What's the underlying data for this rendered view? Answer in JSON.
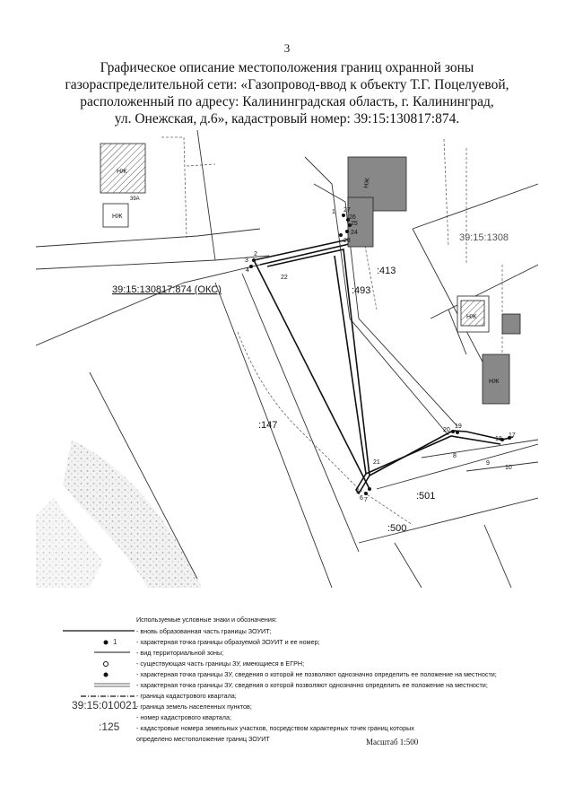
{
  "page": {
    "number": "3",
    "title_lines": [
      "Графическое описание местоположения границ охранной зоны",
      "газораспределительной сети: «Газопровод-ввод к объекту Т.Г. Поцелуевой,",
      "расположенный по адресу: Калининградская область, г. Калининград,",
      "ул. Онежская, д.6», кадастровый номер: 39:15:130817:874."
    ]
  },
  "map": {
    "parcel_labels": {
      "oks": "39:15:130817:874 (ОКС)",
      "quarter": "39:15:1308",
      "p413": ":413",
      "p493": ":493",
      "p147": ":147",
      "p501": ":501",
      "p500": ":500",
      "house_39a": "39А"
    },
    "building_label": "НЖ",
    "points": [
      "1",
      "27",
      "26",
      "25",
      "24",
      "23",
      "2",
      "3",
      "4",
      "22",
      "21",
      "20",
      "19",
      "18",
      "17",
      "8",
      "9",
      "10",
      "5",
      "6",
      "7"
    ]
  },
  "legend": {
    "title": "Используемые условные знаки и обозначения:",
    "items": [
      {
        "text": "- вновь образованная часть границы ЗОУИТ;"
      },
      {
        "text": "- характерная точка границы образуемой ЗОУИТ и ее номер;",
        "symbol_text": "1"
      },
      {
        "text": "- вид территориальной зоны;"
      },
      {
        "text": "- существующая часть границы ЗУ, имеющиеся в ЕГРН;"
      },
      {
        "text": "- характерная точка границы ЗУ, сведения о которой не позволяют однозначно определить ее положение на местности;"
      },
      {
        "text": "- характерная точка границы ЗУ, сведения о которой позволяют однозначно определить ее положение на местности;"
      },
      {
        "text": "- граница кадастрового квартала;"
      },
      {
        "text": "- граница земель населенных пунктов;",
        "symbol_text": "39:15:010021"
      },
      {
        "text": "- номер кадастрового квартала;"
      },
      {
        "text": "- кадастровые номера земельных участков, посредством характерных точек границ которых",
        "symbol_text": ":125"
      },
      {
        "text": "определено местоположение границ ЗОУИТ"
      }
    ],
    "scale": "Масштаб 1:500"
  }
}
